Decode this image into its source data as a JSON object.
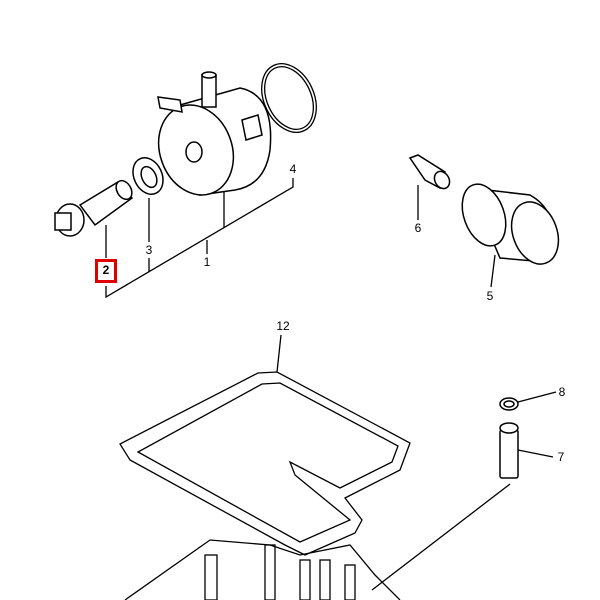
{
  "diagram": {
    "highlight_color": "#e00000",
    "highlighted_callout": "2",
    "callouts": {
      "c1": "1",
      "c2": "2",
      "c3": "3",
      "c4": "4",
      "c5": "5",
      "c6": "6",
      "c7": "7",
      "c8": "8",
      "c12": "12"
    }
  }
}
